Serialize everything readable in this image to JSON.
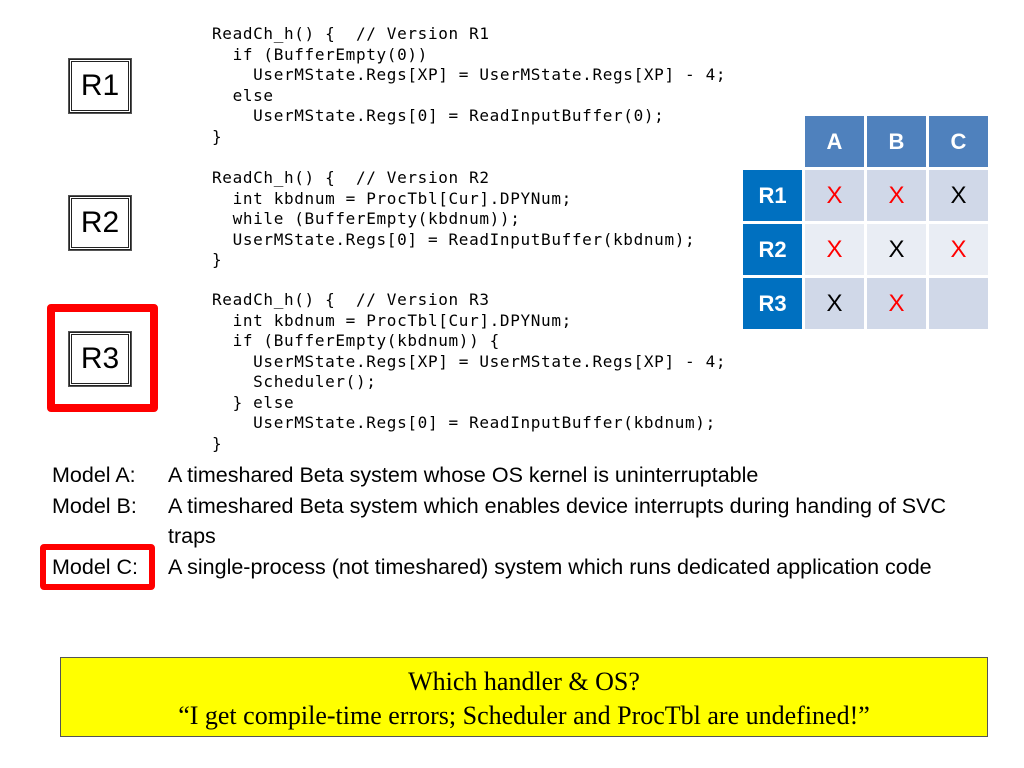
{
  "handlers": [
    {
      "label": "R1",
      "code": "ReadCh_h() {  // Version R1\n  if (BufferEmpty(0))\n    UserMState.Regs[XP] = UserMState.Regs[XP] - 4;\n  else\n    UserMState.Regs[0] = ReadInputBuffer(0);\n}"
    },
    {
      "label": "R2",
      "code": "ReadCh_h() {  // Version R2\n  int kbdnum = ProcTbl[Cur].DPYNum;\n  while (BufferEmpty(kbdnum));\n  UserMState.Regs[0] = ReadInputBuffer(kbdnum);\n}"
    },
    {
      "label": "R3",
      "code": "ReadCh_h() {  // Version R3\n  int kbdnum = ProcTbl[Cur].DPYNum;\n  if (BufferEmpty(kbdnum)) {\n    UserMState.Regs[XP] = UserMState.Regs[XP] - 4;\n    Scheduler();\n  } else\n    UserMState.Regs[0] = ReadInputBuffer(kbdnum);\n}"
    }
  ],
  "table": {
    "columns": [
      "A",
      "B",
      "C"
    ],
    "rows": [
      {
        "label": "R1",
        "cells": [
          "X",
          "X",
          "X"
        ],
        "colors": [
          "#ff0000",
          "#ff0000",
          "#000000"
        ]
      },
      {
        "label": "R2",
        "cells": [
          "X",
          "X",
          "X"
        ],
        "colors": [
          "#ff0000",
          "#000000",
          "#ff0000"
        ]
      },
      {
        "label": "R3",
        "cells": [
          "X",
          "X",
          ""
        ],
        "colors": [
          "#000000",
          "#ff0000",
          ""
        ]
      }
    ]
  },
  "models": [
    {
      "label": "Model A:",
      "text": "A timeshared Beta system whose OS kernel is uninterruptable"
    },
    {
      "label": "Model B:",
      "text": "A timeshared Beta system which enables device interrupts during handing of SVC traps"
    },
    {
      "label": "Model C:",
      "text": "A single-process (not timeshared) system which runs dedicated application code"
    }
  ],
  "question": {
    "line1": "Which handler & OS?",
    "line2": "“I get compile-time errors; Scheduler and ProcTbl are undefined!”"
  },
  "colors": {
    "highlight": "#ff0000",
    "header": "#4f81bd",
    "row_header": "#0070c0",
    "question_bg": "#ffff00"
  }
}
